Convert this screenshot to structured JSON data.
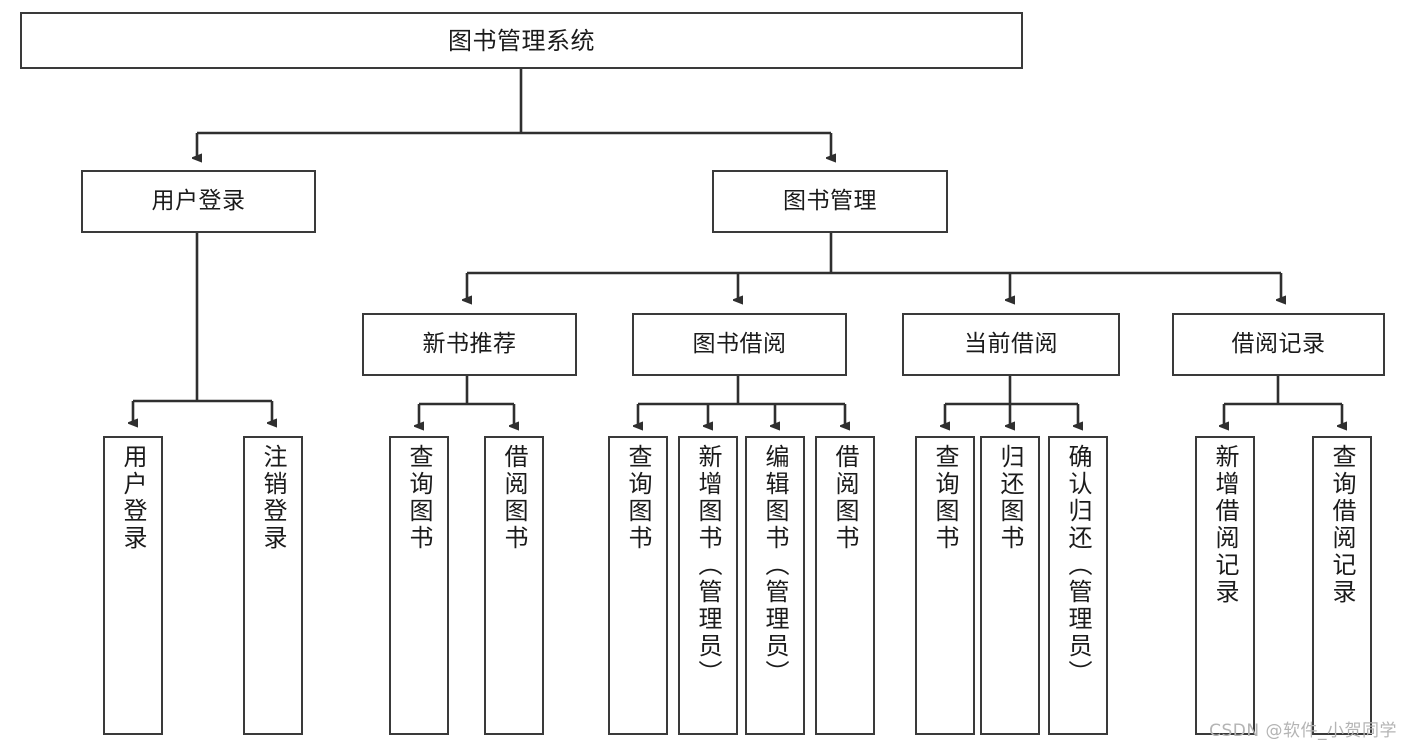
{
  "diagram": {
    "title": "图书管理系统",
    "type": "hierarchy-tree",
    "root": {
      "label": "图书管理系统"
    },
    "level1": [
      {
        "label": "用户登录"
      },
      {
        "label": "图书管理"
      }
    ],
    "level2": [
      {
        "label": "新书推荐"
      },
      {
        "label": "图书借阅"
      },
      {
        "label": "当前借阅"
      },
      {
        "label": "借阅记录"
      }
    ],
    "leaves": {
      "user_login": [
        {
          "label": "用户登录"
        },
        {
          "label": "注销登录"
        }
      ],
      "new_book_recommend": [
        {
          "label": "查询图书"
        },
        {
          "label": "借阅图书"
        }
      ],
      "book_borrow": [
        {
          "label": "查询图书"
        },
        {
          "label": "新增图书（管理员）"
        },
        {
          "label": "编辑图书（管理员）"
        },
        {
          "label": "借阅图书"
        }
      ],
      "current_borrow": [
        {
          "label": "查询图书"
        },
        {
          "label": "归还图书"
        },
        {
          "label": "确认归还（管理员）"
        }
      ],
      "borrow_record": [
        {
          "label": "新增借阅记录"
        },
        {
          "label": "查询借阅记录"
        }
      ]
    }
  },
  "watermark": {
    "text": "CSDN @软件_小贺同学"
  },
  "colors": {
    "border": "#3a3a3a",
    "text": "#1b1b1b",
    "background": "#ffffff",
    "watermark": "#b4b4b4"
  }
}
